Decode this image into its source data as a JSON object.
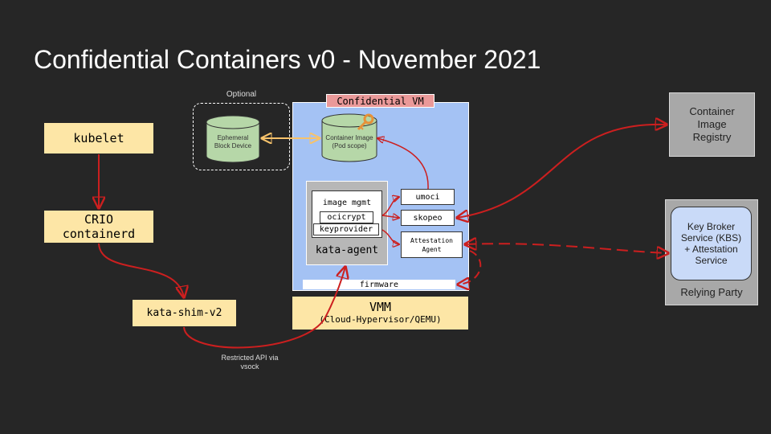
{
  "title": "Confidential Containers v0 - November 2021",
  "optional_label": "Optional",
  "ephemeral_block": "Ephemeral Block Device",
  "confidential_vm_label": "Confidential VM",
  "container_image": "Container Image (Pod scope)",
  "kubelet": "kubelet",
  "crio_line1": "CRIO",
  "crio_line2": "containerd",
  "kata_shim": "kata-shim-v2",
  "image_mgmt": "image mgmt",
  "ocicrypt": "ocicrypt",
  "keyprovider": "keyprovider",
  "kata_agent": "kata-agent",
  "umoci": "umoci",
  "skopeo": "skopeo",
  "attestation_agent": "Attestation Agent",
  "firmware": "firmware",
  "vmm_title": "VMM",
  "vmm_subtitle": "(Cloud-Hypervisor/QEMU)",
  "restricted_api": "Restricted API via vsock",
  "registry": "Container Image Registry",
  "kbs": "Key Broker Service (KBS) + Attestation Service",
  "relying_party": "Relying Party",
  "colors": {
    "background": "#262626",
    "arrow_red": "#cc1f1f",
    "vm_blue": "#a4c2f4",
    "box_yellow": "#fde6a6",
    "cylinder_green": "#b6d7a8",
    "label_pink": "#ea9999",
    "key_icon": "#e69138"
  }
}
